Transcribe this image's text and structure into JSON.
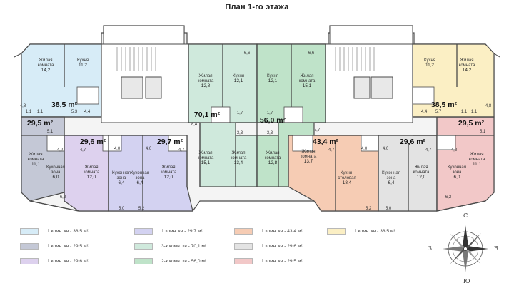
{
  "title": "План 1-го этажа",
  "colors": {
    "blue_38": "#d7ecf7",
    "gray_29_5": "#c4c8d6",
    "lilac_29_6": "#ddd1ee",
    "violet_29_7": "#d3d2f1",
    "green_70": "#cfe9dc",
    "green_56": "#bfe3c9",
    "salmon_43": "#f6ccb4",
    "gray_29_6": "#e3e3e3",
    "pink_29_5": "#f2c8c8",
    "yellow_38": "#fbefc4",
    "wall": "#4a4a4a"
  },
  "apartments": [
    {
      "id": "apt-left-top",
      "total": "38,5 m²",
      "rooms": [
        {
          "label": "Жилая\nкомната",
          "area": "14,2"
        },
        {
          "label": "Кухня",
          "area": "11,2"
        }
      ],
      "extra": [
        "5,3",
        "4,4",
        "1,1",
        "1,1",
        "4,8"
      ]
    },
    {
      "id": "apt-left-mid",
      "total": "29,5 m²",
      "rooms": [
        {
          "label": "Жилая\nкомната",
          "area": "11,1"
        },
        {
          "label": "Кухонная\nзона",
          "area": "6,0"
        }
      ],
      "extra": [
        "5,1",
        "4,2",
        "6,2"
      ]
    },
    {
      "id": "apt-29-6-left",
      "total": "29,6 m²",
      "rooms": [
        {
          "label": "Жилая\nкомната",
          "area": "12,0"
        },
        {
          "label": "Кухонная\nзона",
          "area": "6,4"
        }
      ],
      "extra": [
        "4,7",
        "4,0",
        "5,0"
      ]
    },
    {
      "id": "apt-29-7",
      "total": "29,7 m²",
      "rooms": [
        {
          "label": "Кухонная\nзона",
          "area": "6,4"
        },
        {
          "label": "Жилая\nкомната",
          "area": "12,0"
        }
      ],
      "extra": [
        "4,0",
        "4,7",
        "5,2"
      ]
    },
    {
      "id": "apt-70-1",
      "total": "70,1 m²",
      "rooms": [
        {
          "label": "Жилая\nкомната",
          "area": "12,8"
        },
        {
          "label": "Кухня",
          "area": "12,1"
        },
        {
          "label": "Жилая\nкомната",
          "area": "15,1"
        },
        {
          "label": "Жилая\nкомната",
          "area": "13,4"
        }
      ],
      "extra": [
        "6,6",
        "8,4",
        "1,7",
        "3,3"
      ]
    },
    {
      "id": "apt-56-0",
      "total": "56,0 m²",
      "rooms": [
        {
          "label": "Кухня",
          "area": "12,1"
        },
        {
          "label": "Жилая\nкомната",
          "area": "15,1"
        },
        {
          "label": "Жилая\nкомната",
          "area": "12,8"
        }
      ],
      "extra": [
        "6,6",
        "1,7",
        "3,3",
        "7,7"
      ]
    },
    {
      "id": "apt-43-4",
      "total": "43,4 m²",
      "rooms": [
        {
          "label": "Жилая\nкомната",
          "area": "13,7"
        },
        {
          "label": "Кухня-\nстоловая",
          "area": "18,4"
        }
      ],
      "extra": [
        "4,7",
        "4,0",
        "5,2"
      ]
    },
    {
      "id": "apt-29-6-right",
      "total": "29,6 m²",
      "rooms": [
        {
          "label": "Кухонная\nзона",
          "area": "6,4"
        },
        {
          "label": "Жилая\nкомната",
          "area": "12,0"
        }
      ],
      "extra": [
        "4,0",
        "4,7",
        "5,0"
      ]
    },
    {
      "id": "apt-right-mid",
      "total": "29,5 m²",
      "rooms": [
        {
          "label": "Кухонная\nзона",
          "area": "6,0"
        },
        {
          "label": "Жилая\nкомната",
          "area": "11,1"
        }
      ],
      "extra": [
        "5,1",
        "4,2",
        "6,2"
      ]
    },
    {
      "id": "apt-right-top",
      "total": "38,5 m²",
      "rooms": [
        {
          "label": "Кухня",
          "area": "11,2"
        },
        {
          "label": "Жилая\nкомната",
          "area": "14,2"
        }
      ],
      "extra": [
        "4,4",
        "5,7",
        "1,1",
        "1,1",
        "4,8"
      ]
    }
  ],
  "legend": [
    {
      "text": "1 комн. кв - 38,5 м²",
      "color": "#d7ecf7"
    },
    {
      "text": "1 комн. кв - 29,5 м²",
      "color": "#c4c8d6"
    },
    {
      "text": "1 комн. кв - 29,6 м²",
      "color": "#ddd1ee"
    },
    {
      "text": "1 комн. кв - 29,7 м²",
      "color": "#d3d2f1"
    },
    {
      "text": "3-х комн. кв - 70,1 м²",
      "color": "#cfe9dc"
    },
    {
      "text": "2-х комн. кв - 56,0 м²",
      "color": "#bfe3c9"
    },
    {
      "text": "1 комн. кв - 43,4 м²",
      "color": "#f6ccb4"
    },
    {
      "text": "1 комн. кв - 29,6 м²",
      "color": "#e3e3e3"
    },
    {
      "text": "1 комн. кв - 29,5 м²",
      "color": "#f2c8c8"
    },
    {
      "text": "1 комн. кв - 38,5 м²",
      "color": "#fbefc4"
    }
  ],
  "compass": {
    "north": "С",
    "south": "Ю",
    "west": "З",
    "east": "В",
    "icon": "compass-rose-icon"
  }
}
